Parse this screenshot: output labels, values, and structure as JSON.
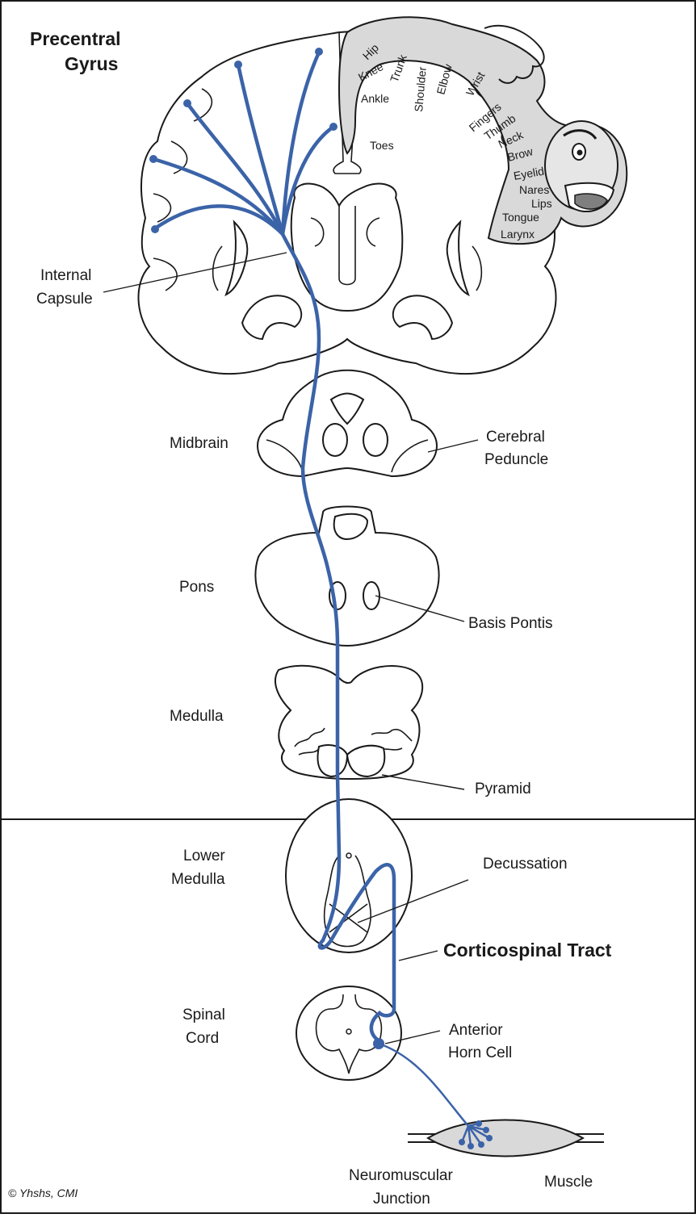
{
  "title": {
    "line1": "Precentral",
    "line2": "Gyrus"
  },
  "labels": {
    "internal_capsule": [
      "Internal",
      "Capsule"
    ],
    "midbrain": "Midbrain",
    "cerebral_peduncle": [
      "Cerebral",
      "Peduncle"
    ],
    "pons": "Pons",
    "basis_pontis": "Basis Pontis",
    "medulla": "Medulla",
    "pyramid": "Pyramid",
    "lower_medulla": [
      "Lower",
      "Medulla"
    ],
    "decussation": "Decussation",
    "corticospinal_tract": "Corticospinal Tract",
    "spinal_cord": [
      "Spinal",
      "Cord"
    ],
    "anterior_horn_cell": [
      "Anterior",
      "Horn Cell"
    ],
    "neuromuscular_junction": [
      "Neuromuscular",
      "Junction"
    ],
    "muscle": "Muscle"
  },
  "homunculus": [
    "Hip",
    "Knee",
    "Trunk",
    "Shoulder",
    "Elbow",
    "Wrist",
    "Ankle",
    "Toes",
    "Fingers",
    "Thumb",
    "Neck",
    "Brow",
    "Eyelid",
    "Nares",
    "Lips",
    "Tongue",
    "Larynx"
  ],
  "credit": "© Yhshs, CMI",
  "colors": {
    "tract": "#3b63a8",
    "outline": "#1a1a1a",
    "homunculus_fill": "#d9d9d9"
  }
}
